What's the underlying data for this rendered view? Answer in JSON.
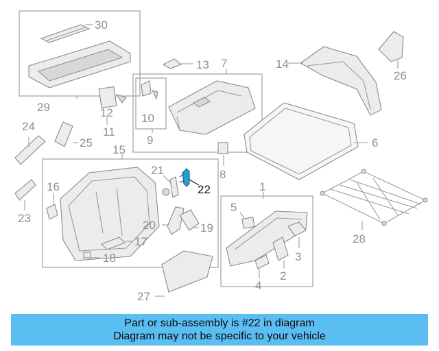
{
  "diagram": {
    "highlight_color": "#2a9bd6",
    "callouts": [
      {
        "id": "n1",
        "label": "1"
      },
      {
        "id": "n2",
        "label": "2"
      },
      {
        "id": "n3",
        "label": "3"
      },
      {
        "id": "n4",
        "label": "4"
      },
      {
        "id": "n5",
        "label": "5"
      },
      {
        "id": "n6",
        "label": "6"
      },
      {
        "id": "n7",
        "label": "7"
      },
      {
        "id": "n8",
        "label": "8"
      },
      {
        "id": "n9",
        "label": "9"
      },
      {
        "id": "n10",
        "label": "10"
      },
      {
        "id": "n11",
        "label": "11"
      },
      {
        "id": "n12",
        "label": "12"
      },
      {
        "id": "n13",
        "label": "13"
      },
      {
        "id": "n14",
        "label": "14"
      },
      {
        "id": "n15",
        "label": "15"
      },
      {
        "id": "n16",
        "label": "16"
      },
      {
        "id": "n17",
        "label": "17"
      },
      {
        "id": "n18",
        "label": "18"
      },
      {
        "id": "n19",
        "label": "19"
      },
      {
        "id": "n20",
        "label": "20"
      },
      {
        "id": "n21",
        "label": "21"
      },
      {
        "id": "n22",
        "label": "22"
      },
      {
        "id": "n23",
        "label": "23"
      },
      {
        "id": "n24",
        "label": "24"
      },
      {
        "id": "n25",
        "label": "25"
      },
      {
        "id": "n26",
        "label": "26"
      },
      {
        "id": "n27",
        "label": "27"
      },
      {
        "id": "n28",
        "label": "28"
      },
      {
        "id": "n29",
        "label": "29"
      },
      {
        "id": "n30",
        "label": "30"
      }
    ]
  },
  "banner": {
    "line1": "Part or sub-assembly is #22 in diagram",
    "line2": "Diagram may not be specific to your vehicle",
    "background": "#5bbef2"
  }
}
